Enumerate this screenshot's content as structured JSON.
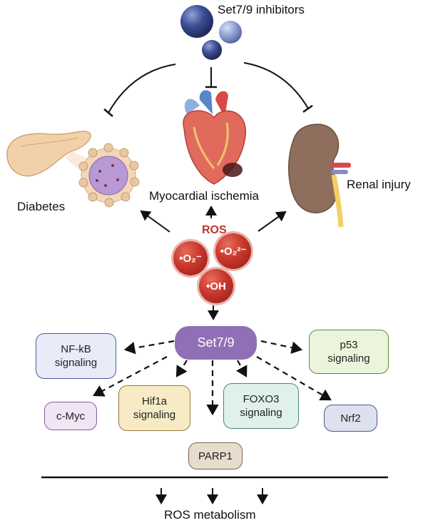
{
  "inhibitors_label": "Set7/9 inhibitors",
  "organs": {
    "diabetes": "Diabetes",
    "myocardial": "Myocardial ischemia",
    "renal": "Renal injury"
  },
  "ros": {
    "title": "ROS",
    "superoxide": "•O₂⁻",
    "peroxide": "•O₂²⁻",
    "hydroxyl": "•OH"
  },
  "set79": "Set7/9",
  "pathways": {
    "nfkb": [
      "NF-kB",
      "signaling"
    ],
    "p53": [
      "p53",
      "signaling"
    ],
    "cmyc": "c-Myc",
    "hif1a": [
      "Hif1a",
      "signaling"
    ],
    "foxo3": [
      "FOXO3",
      "signaling"
    ],
    "nrf2": "Nrf2"
  },
  "parp1": "PARP1",
  "bottom_label": "ROS metabolism",
  "colors": {
    "set79_fill": "#8f6fb5",
    "nfkb_fill": "#e8ecf8",
    "nfkb_border": "#4b5a9a",
    "p53_fill": "#eaf5dc",
    "p53_border": "#5b8a3a",
    "cmyc_fill": "#f1e4f4",
    "cmyc_border": "#8a5a9a",
    "hif1a_fill": "#f6ebc4",
    "hif1a_border": "#9a7a3a",
    "foxo3_fill": "#dff1ea",
    "foxo3_border": "#4a8a70",
    "nrf2_fill": "#dde1ee",
    "nrf2_border": "#4b5a8a",
    "parp1_fill": "#e8dccd",
    "parp1_border": "#7a6450",
    "ros_red": "#c0342a"
  }
}
